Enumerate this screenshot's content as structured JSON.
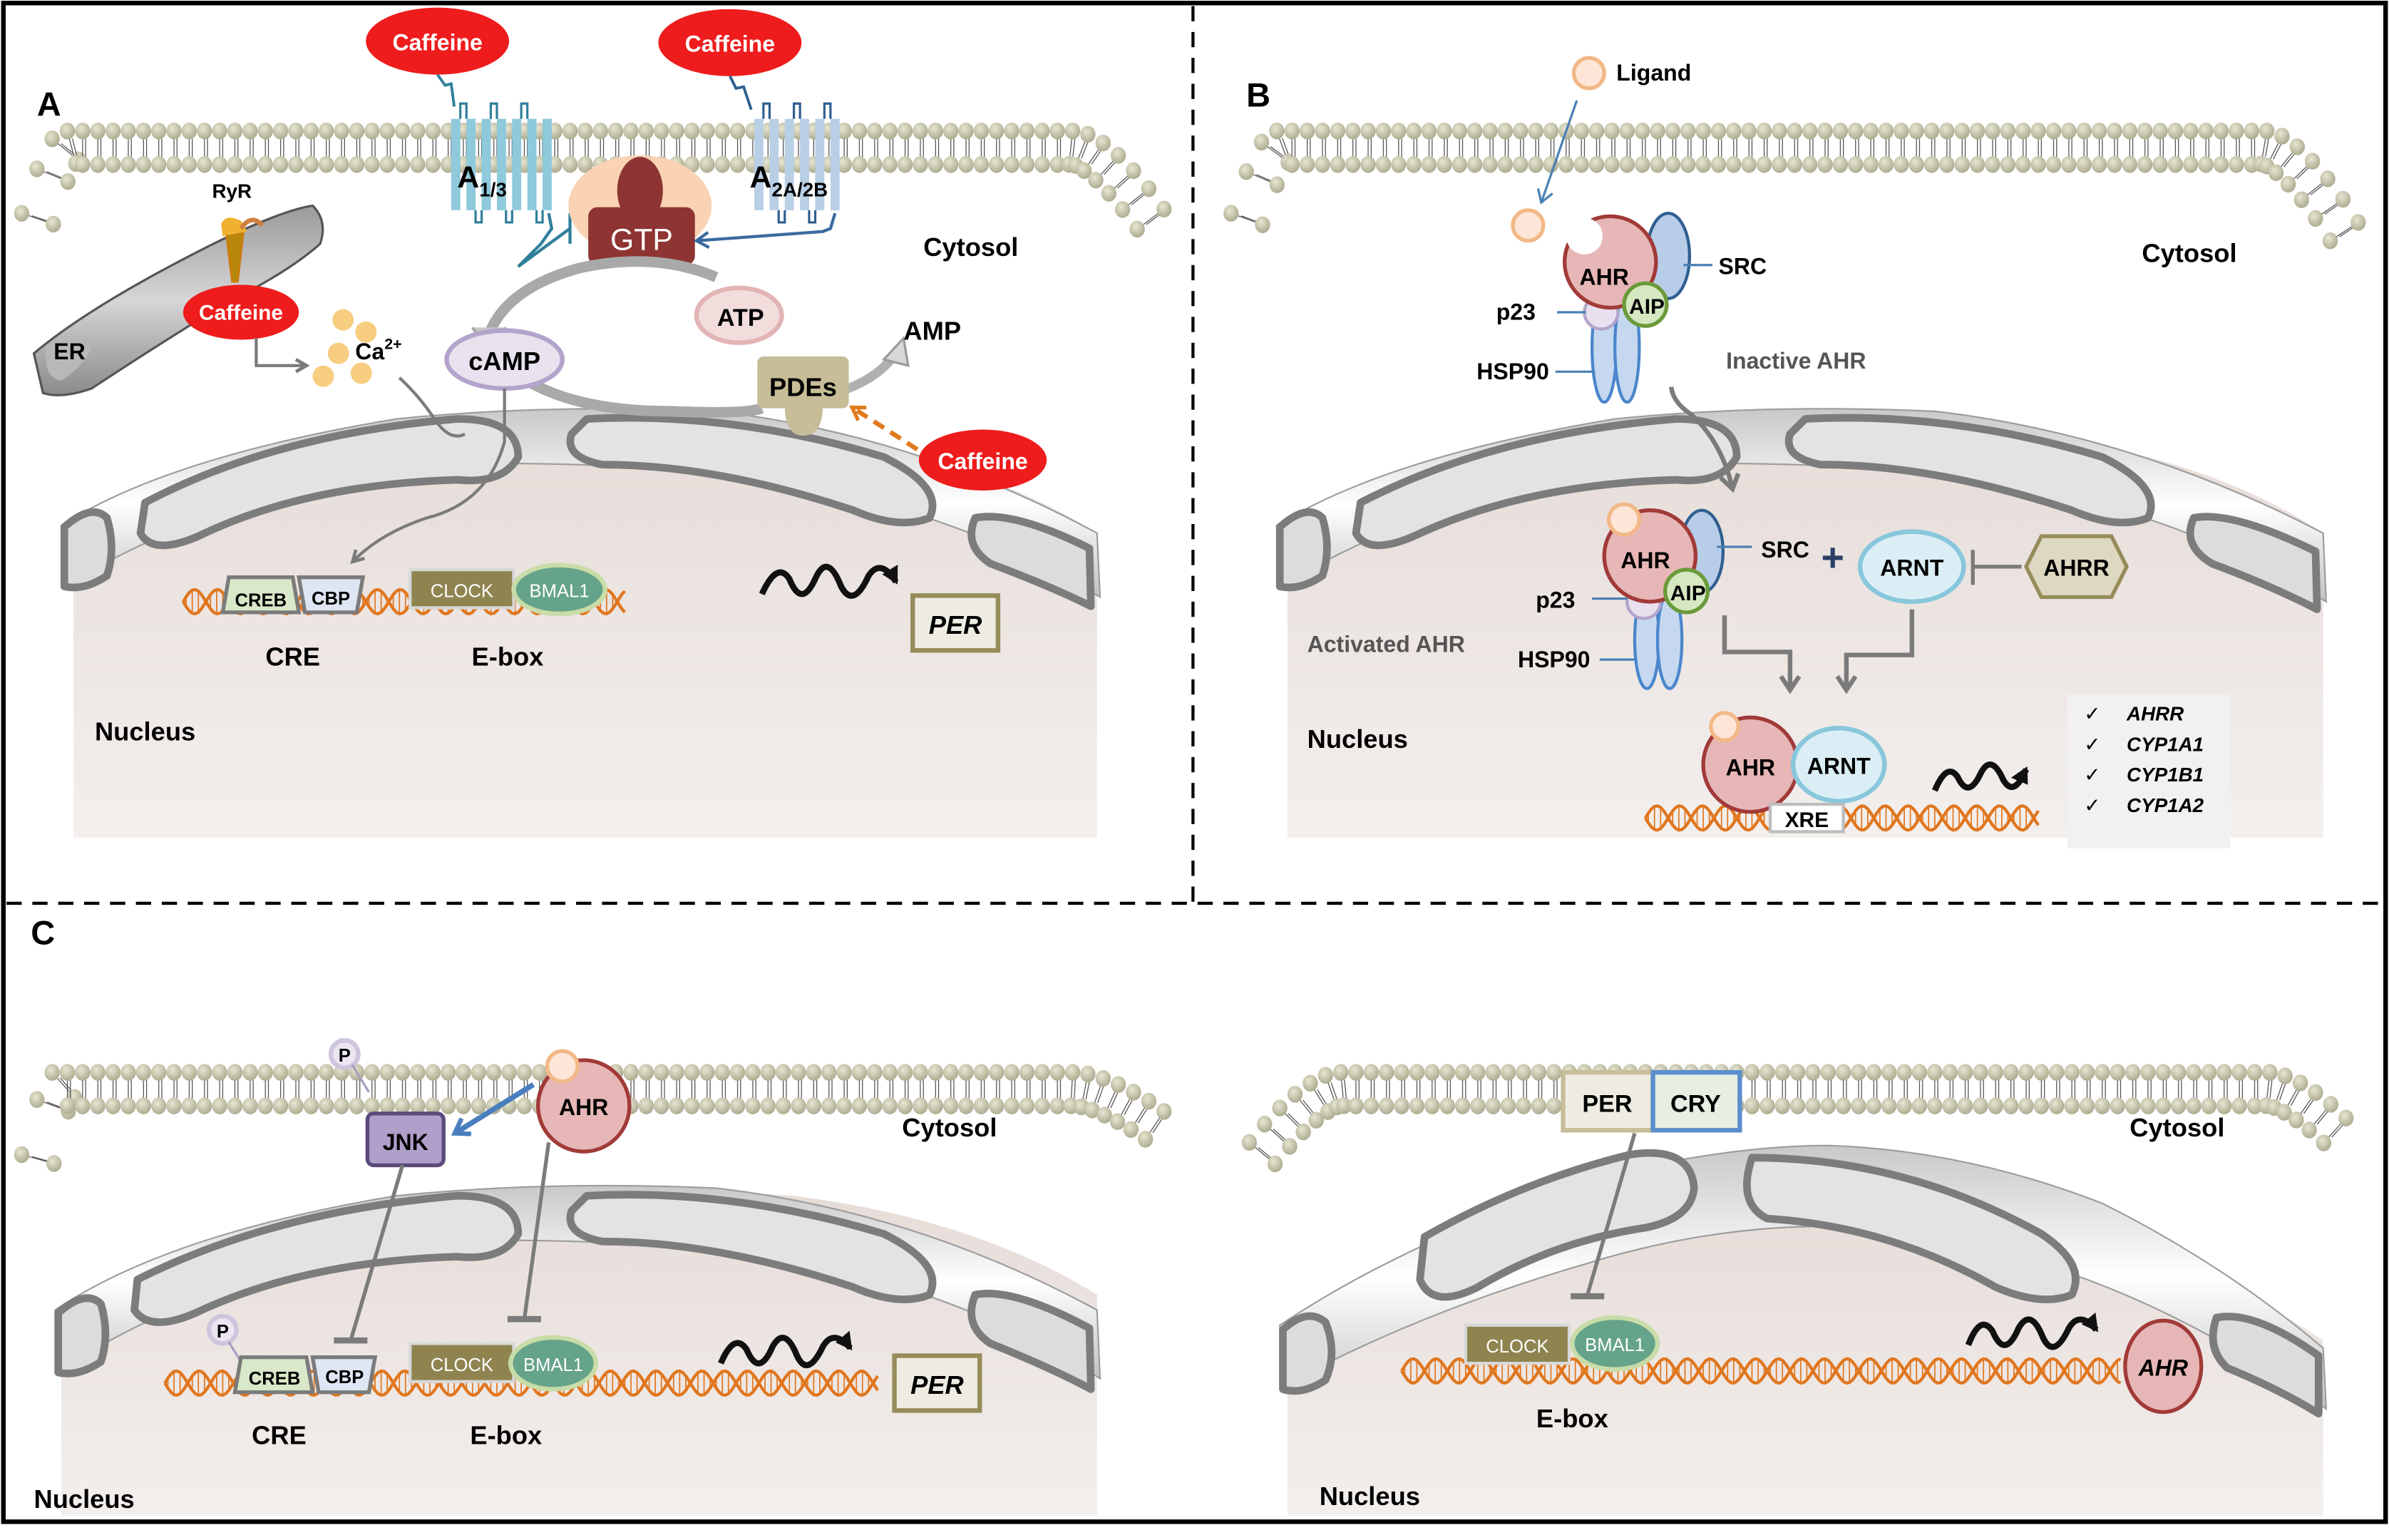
{
  "colors": {
    "caffeine": "#ee1c1c",
    "gtp": "#8e3432",
    "nucleus_fill": "#ece4e1",
    "dna": "#e0761e",
    "clock": "#8f8450",
    "bmal1": "#65a38a",
    "ahr_fill": "#e6b7b6",
    "ahr_stroke": "#a13a38",
    "arnt_fill": "#dceef5",
    "arnt_stroke": "#88c7dc",
    "jnk": "#b09fca",
    "membrane": "#c8c6ad"
  },
  "panels": {
    "A": {
      "letter": "A",
      "caffeine_1": "Caffeine",
      "caffeine_2": "Caffeine",
      "caffeine_er": "Caffeine",
      "caffeine_pde": "Caffeine",
      "receptor_a13": {
        "base": "A",
        "sub": "1/3"
      },
      "receptor_a2": {
        "base": "A",
        "sub": "2A/2B"
      },
      "ryr": "RyR",
      "er": "ER",
      "calcium": {
        "base": "Ca",
        "sup": "2+"
      },
      "gtp": "GTP",
      "atp": "ATP",
      "camp": "cAMP",
      "amp": "AMP",
      "pdes": "PDEs",
      "cytosol": "Cytosol",
      "nucleus": "Nucleus",
      "creb": "CREB",
      "cbp": "CBP",
      "clock": "CLOCK",
      "bmal1": "BMAL1",
      "cre": "CRE",
      "ebox": "E-box",
      "per": "PER"
    },
    "B": {
      "letter": "B",
      "ligand": "Ligand",
      "ahr_inactive": "AHR",
      "src_inactive": "SRC",
      "aip_inactive": "AIP",
      "p23_inactive": "p23",
      "hsp90_inactive": "HSP90",
      "inactive_label": "Inactive AHR",
      "cytosol": "Cytosol",
      "ahr_active": "AHR",
      "src_active": "SRC",
      "aip_active": "AIP",
      "p23_active": "p23",
      "hsp90_active": "HSP90",
      "activated_label": "Activated AHR",
      "plus": "+",
      "arnt": "ARNT",
      "ahrr": "AHRR",
      "nucleus": "Nucleus",
      "complex_ahr": "AHR",
      "complex_arnt": "ARNT",
      "xre": "XRE",
      "target_genes": [
        {
          "check": "✓",
          "gene": "AHRR"
        },
        {
          "check": "✓",
          "gene": "CYP1A1"
        },
        {
          "check": "✓",
          "gene": "CYP1B1"
        },
        {
          "check": "✓",
          "gene": "CYP1A2"
        }
      ]
    },
    "C": {
      "letter": "C",
      "left": {
        "p_jnk": "P",
        "jnk": "JNK",
        "ahr": "AHR",
        "cytosol": "Cytosol",
        "p_creb": "P",
        "creb": "CREB",
        "cbp": "CBP",
        "clock": "CLOCK",
        "bmal1": "BMAL1",
        "cre": "CRE",
        "ebox": "E-box",
        "per": "PER",
        "nucleus": "Nucleus"
      },
      "right": {
        "per": "PER",
        "cry": "CRY",
        "cytosol": "Cytosol",
        "clock": "CLOCK",
        "bmal1": "BMAL1",
        "ebox": "E-box",
        "ahr_gene": "AHR",
        "nucleus": "Nucleus"
      }
    }
  }
}
